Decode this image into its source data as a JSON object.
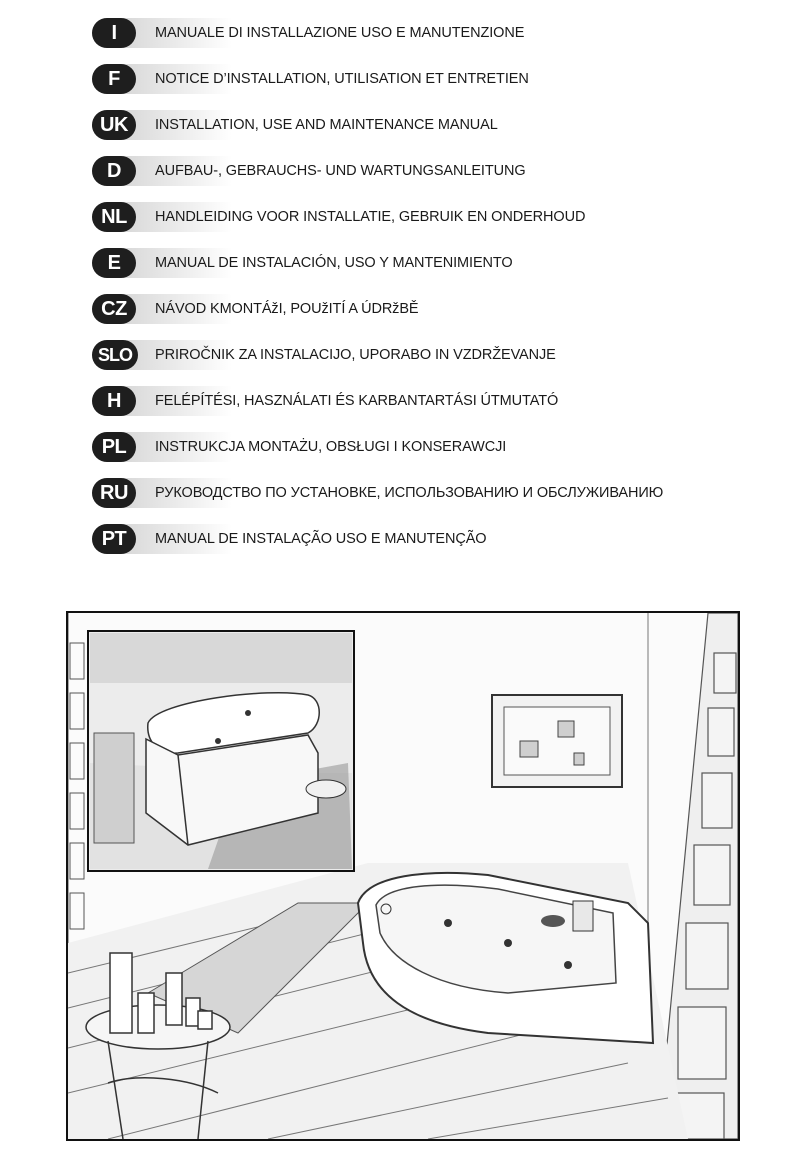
{
  "languages": [
    {
      "code": "I",
      "text": "MANUALE DI INSTALLAZIONE USO E MANUTENZIONE"
    },
    {
      "code": "F",
      "text": "NOTICE D’INSTALLATION, UTILISATION ET ENTRETIEN"
    },
    {
      "code": "UK",
      "text": "INSTALLATION, USE AND MAINTENANCE MANUAL"
    },
    {
      "code": "D",
      "text": "AUFBAU-, GEBRAUCHS- UND WARTUNGSANLEITUNG"
    },
    {
      "code": "NL",
      "text": "HANDLEIDING VOOR INSTALLATIE, GEBRUIK EN ONDERHOUD"
    },
    {
      "code": "E",
      "text": "MANUAL DE INSTALACIÓN, USO Y MANTENIMIENTO"
    },
    {
      "code": "CZ",
      "text": "NÁVOD KMONTÁžI, POUžITÍ A ÚDRžBĚ"
    },
    {
      "code": "SLO",
      "text": "PRIROČNIK ZA INSTALACIJO, UPORABO IN VZDRŽEVANJE"
    },
    {
      "code": "H",
      "text": "FELÉPÍTÉSI, HASZNÁLATI ÉS KARBANTARTÁSI ÚTMUTATÓ"
    },
    {
      "code": "PL",
      "text": "INSTRUKCJA MONTAŻU, OBSŁUGI I KONSERAWCJI"
    },
    {
      "code": "RU",
      "text": "РУКОВОДСТВО ПО УСТАНОВКЕ, ИСПОЛЬЗОВАНИЮ И ОБСЛУЖИВАНИЮ"
    },
    {
      "code": "PT",
      "text": "MANUAL DE INSTALAÇÃO USO E MANUTENÇÃO"
    }
  ],
  "colors": {
    "badge": "#1e1e1e",
    "badge_text": "#ffffff",
    "text": "#1a1a1a"
  }
}
